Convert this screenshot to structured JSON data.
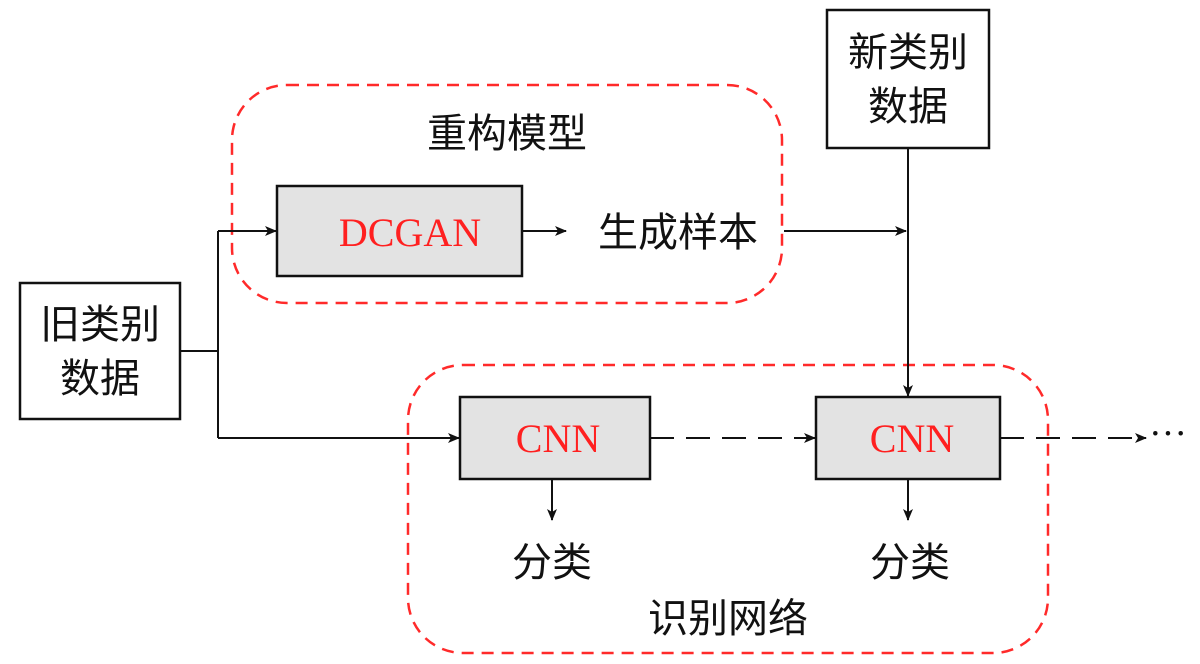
{
  "groups": {
    "reconstruction": {
      "label": "重构模型"
    },
    "recognition": {
      "label": "识别网络"
    }
  },
  "nodes": {
    "old_data": {
      "line1": "旧类别",
      "line2": "数据"
    },
    "new_data": {
      "line1": "新类别",
      "line2": "数据"
    },
    "dcgan": {
      "label": "DCGAN"
    },
    "generated_samples": {
      "label": "生成样本"
    },
    "cnn_1": {
      "label": "CNN"
    },
    "cnn_2": {
      "label": "CNN"
    },
    "classify_1": {
      "label": "分类"
    },
    "classify_2": {
      "label": "分类"
    },
    "continuation": {
      "label": "···"
    }
  },
  "colors": {
    "model_text": "#ff2020",
    "group_border": "#ff2a2a",
    "model_fill": "#e3e3e3",
    "stroke": "#111111"
  }
}
